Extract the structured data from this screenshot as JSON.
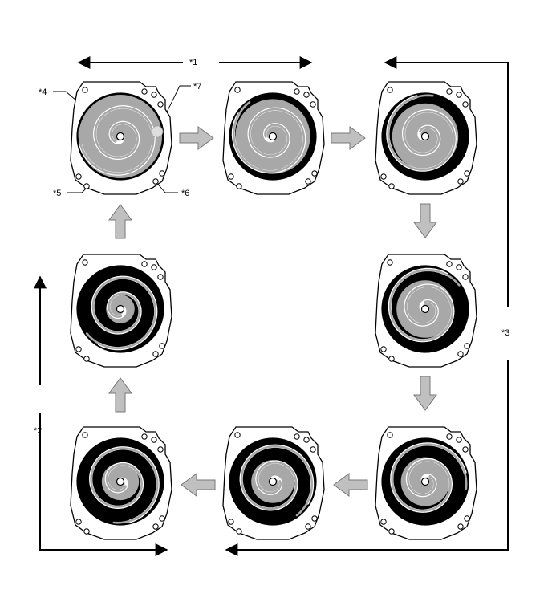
{
  "labels": {
    "l1": "*1",
    "l2": "*2",
    "l3": "*3",
    "l4": "*4",
    "l5": "*5",
    "l6": "*6",
    "l7": "*7"
  },
  "stages": [
    {
      "name": "stage-1-top-left",
      "gray_amount": 1.0,
      "callouts": true
    },
    {
      "name": "stage-2-top-middle",
      "gray_amount": 0.85
    },
    {
      "name": "stage-3-top-right",
      "gray_amount": 0.7
    },
    {
      "name": "stage-4-right-middle",
      "gray_amount": 0.55
    },
    {
      "name": "stage-5-bottom-right",
      "gray_amount": 0.4
    },
    {
      "name": "stage-6-bottom-middle",
      "gray_amount": 0.3
    },
    {
      "name": "stage-7-bottom-left",
      "gray_amount": 0.2
    },
    {
      "name": "stage-8-left-middle",
      "gray_amount": 0.05
    }
  ],
  "colors": {
    "line": "#000000",
    "gray_fill": "#a8a8a8",
    "arrow_fill": "#c0c0c0",
    "arrow_stroke": "#777777",
    "background": "#ffffff"
  }
}
